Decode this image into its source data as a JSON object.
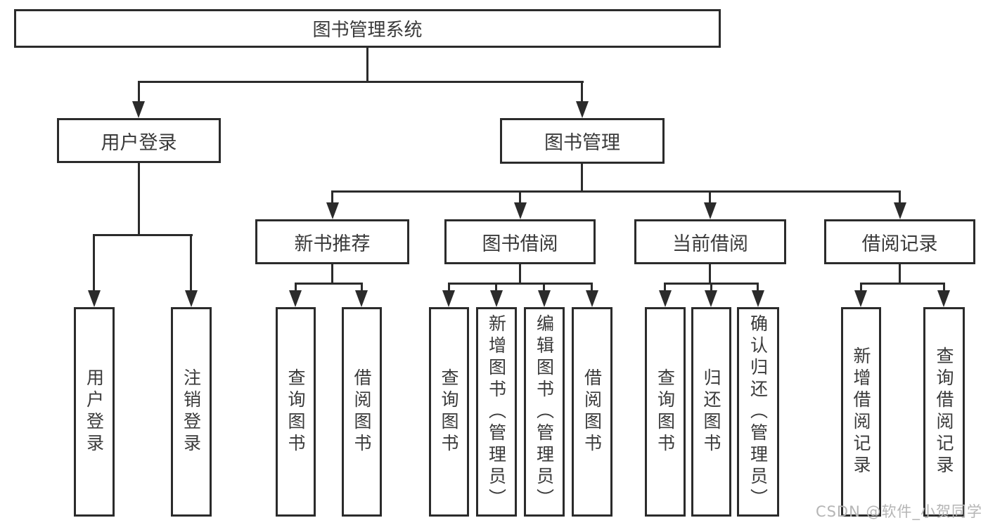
{
  "diagram": {
    "type": "tree",
    "root": {
      "label": "图书管理系统"
    },
    "branches": {
      "user_login": {
        "label": "用户登录",
        "children": [
          {
            "label": "用户登录"
          },
          {
            "label": "注销登录"
          }
        ]
      },
      "book_mgmt": {
        "label": "图书管理",
        "children": [
          {
            "label": "新书推荐",
            "children": [
              {
                "label": "查询图书"
              },
              {
                "label": "借阅图书"
              }
            ]
          },
          {
            "label": "图书借阅",
            "children": [
              {
                "label": "查询图书"
              },
              {
                "label": "新增图书（管理员）"
              },
              {
                "label": "编辑图书（管理员）"
              },
              {
                "label": "借阅图书"
              }
            ]
          },
          {
            "label": "当前借阅",
            "children": [
              {
                "label": "查询图书"
              },
              {
                "label": "归还图书"
              },
              {
                "label": "确认归还（管理员）"
              }
            ]
          },
          {
            "label": "借阅记录",
            "children": [
              {
                "label": "新增借阅记录"
              },
              {
                "label": "查询借阅记录"
              }
            ]
          }
        ]
      }
    },
    "colors": {
      "line": "#2b2b2b",
      "border": "#2b2b2b",
      "text": "#3a3a3a",
      "background": "#ffffff"
    }
  },
  "watermark": {
    "text": "CSDN @软件_小贺同学",
    "color": "#b5b5b5"
  }
}
